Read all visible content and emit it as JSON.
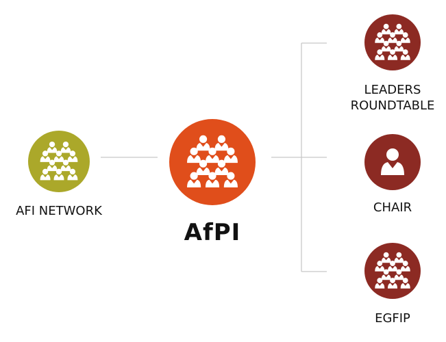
{
  "center": {
    "label": "AfPI",
    "color": "#E04E1B",
    "icon": "group-icon"
  },
  "left": {
    "label": "AFI NETWORK",
    "color": "#ABA82A",
    "icon": "group-icon"
  },
  "branches": [
    {
      "label": "LEADERS\nROUNDTABLE",
      "color": "#8C2A23",
      "icon": "group-icon"
    },
    {
      "label": "CHAIR",
      "color": "#8C2A23",
      "icon": "person-icon"
    },
    {
      "label": "EGFIP",
      "color": "#8C2A23",
      "icon": "group-icon"
    }
  ],
  "connector_color": "#C8C8C8"
}
